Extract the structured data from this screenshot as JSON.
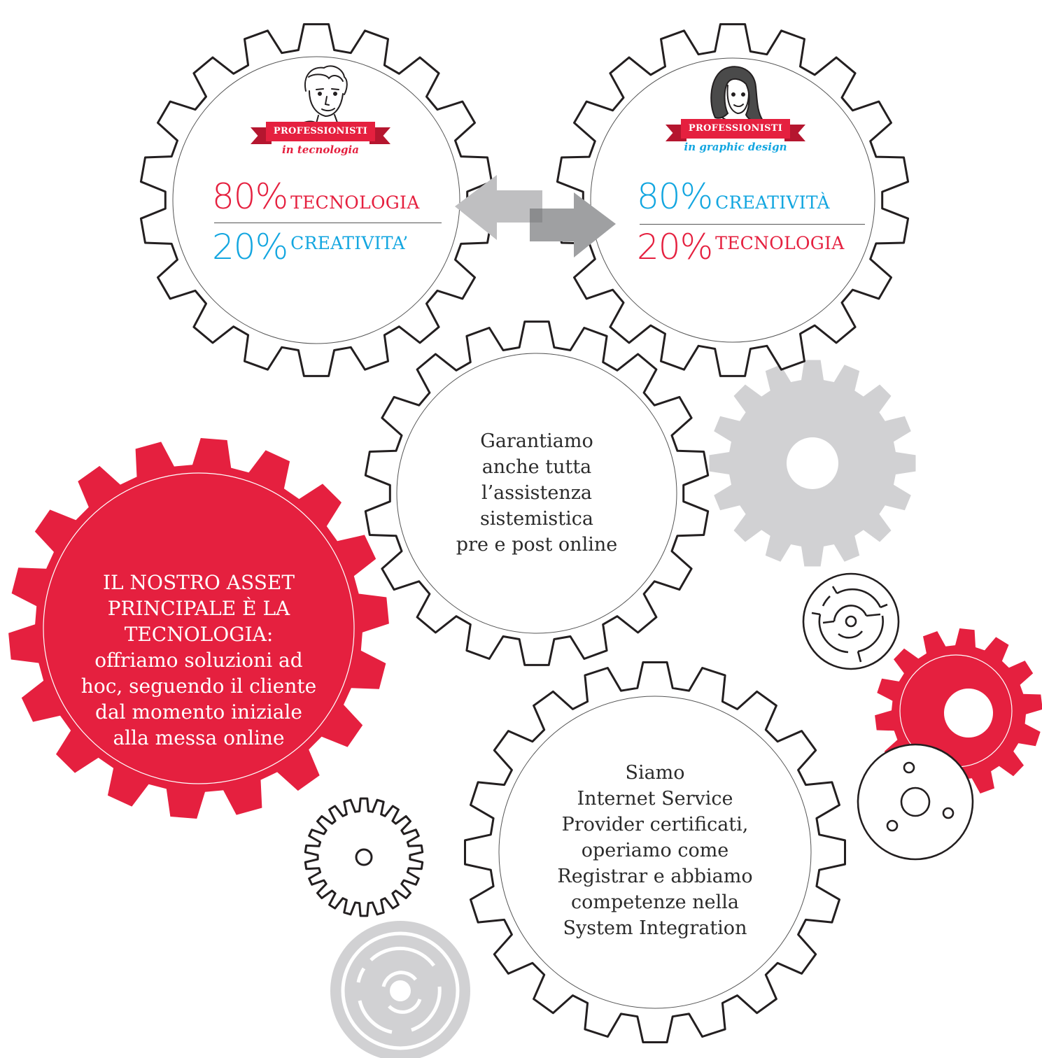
{
  "colors": {
    "red": "#e5203f",
    "blue": "#13a6e0",
    "gray": "#d1d1d3",
    "outline": "#231f20"
  },
  "icons": {
    "left_portrait": "man-portrait-icon",
    "right_portrait": "woman-portrait-icon",
    "center": "double-arrow-icon"
  },
  "left_card": {
    "ribbon": "PROFESSIONISTI",
    "subtitle": "in tecnologia",
    "row1": {
      "value": "80%",
      "label": "TECNOLOGIA"
    },
    "row2": {
      "value": "20%",
      "label": "CREATIVITA’"
    }
  },
  "right_card": {
    "ribbon": "PROFESSIONISTI",
    "subtitle": "in graphic design",
    "row1": {
      "value": "80%",
      "label": "CREATIVITÀ"
    },
    "row2": {
      "value": "20%",
      "label": "TECNOLOGIA"
    }
  },
  "middle_gear": {
    "lines": [
      "Garantiamo",
      "anche tutta",
      "l’assistenza",
      "sistemistica",
      "pre e post online"
    ]
  },
  "red_gear": {
    "lines": [
      "IL NOSTRO ASSET",
      "PRINCIPALE È LA",
      "TECNOLOGIA:",
      "offriamo soluzioni ad",
      "hoc, seguendo il cliente",
      "dal momento iniziale",
      "alla messa online"
    ]
  },
  "bottom_gear": {
    "lines": [
      "Siamo",
      "Internet Service",
      "Provider certificati,",
      "operiamo come",
      "Registrar e abbiamo",
      "competenze nella",
      "System Integration"
    ]
  }
}
